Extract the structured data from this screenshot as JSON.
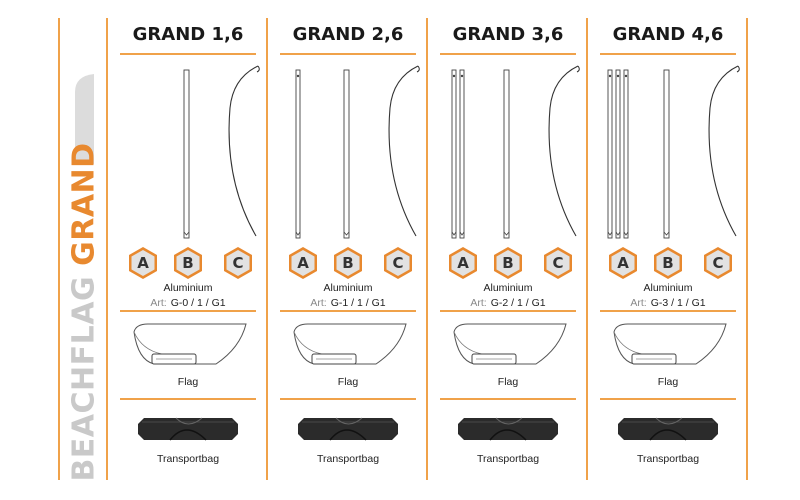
{
  "side": {
    "brand_grey": "BEACHFLAG",
    "brand_orange": "GRAND"
  },
  "columns": [
    {
      "title": "GRAND 1,6",
      "labels": [
        "A",
        "B",
        "C"
      ],
      "material": "Aluminium",
      "art_label": "Art:",
      "art_value": "G-0 / 1 / G1",
      "flag": "Flag",
      "bag": "Transportbag"
    },
    {
      "title": "GRAND 2,6",
      "labels": [
        "A",
        "B",
        "C"
      ],
      "material": "Aluminium",
      "art_label": "Art:",
      "art_value": "G-1 / 1 / G1",
      "flag": "Flag",
      "bag": "Transportbag"
    },
    {
      "title": "GRAND 3,6",
      "labels": [
        "A",
        "B",
        "C"
      ],
      "material": "Aluminium",
      "art_label": "Art:",
      "art_value": "G-2 / 1 / G1",
      "flag": "Flag",
      "bag": "Transportbag"
    },
    {
      "title": "GRAND 4,6",
      "labels": [
        "A",
        "B",
        "C"
      ],
      "material": "Aluminium",
      "art_label": "Art:",
      "art_value": "G-3 / 1 / G1",
      "flag": "Flag",
      "bag": "Transportbag"
    }
  ],
  "colors": {
    "accent": "#f0a24a",
    "hex_fill": "#e2e2e2",
    "bag": "#2b2b2b",
    "brand_grey": "#c9c9c9",
    "brand_orange": "#e8892f"
  }
}
